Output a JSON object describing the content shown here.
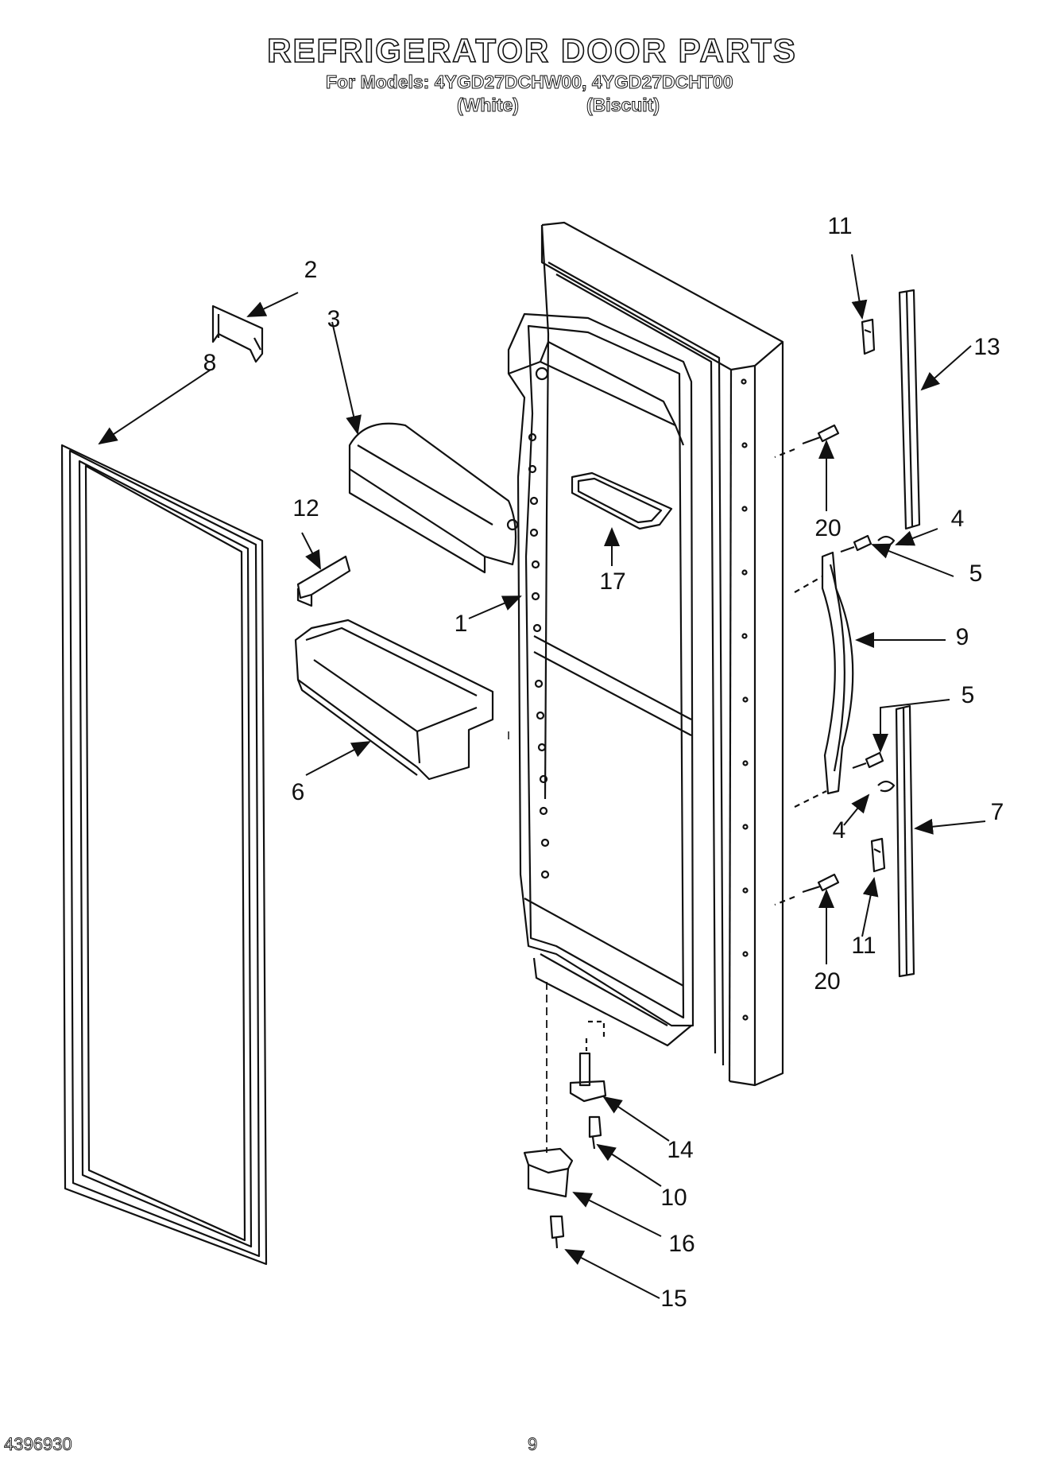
{
  "header": {
    "title": "REFRIGERATOR DOOR PARTS",
    "models_line": "For Models: 4YGD27DCHW00, 4YGD27DCHT00",
    "variant_white": "(White)",
    "variant_biscuit": "(Biscuit)"
  },
  "callouts": {
    "c1": "1",
    "c2": "2",
    "c3": "3",
    "c4a": "4",
    "c4b": "4",
    "c5a": "5",
    "c5b": "5",
    "c6": "6",
    "c7": "7",
    "c8": "8",
    "c9": "9",
    "c10": "10",
    "c11a": "11",
    "c11b": "11",
    "c12": "12",
    "c13": "13",
    "c14": "14",
    "c15": "15",
    "c16": "16",
    "c17": "17",
    "c20a": "20",
    "c20b": "20"
  },
  "footer": {
    "doc_number": "4396930",
    "page_number": "9"
  }
}
